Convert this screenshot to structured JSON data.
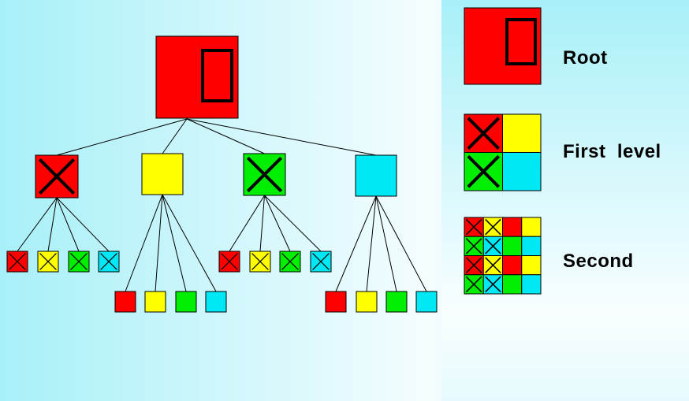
{
  "colors": {
    "red": "#ff0000",
    "yellow": "#ffff00",
    "green": "#00ee00",
    "cyan": "#00e8f6"
  },
  "legend": {
    "root_label": "Root",
    "first_label": "First  level",
    "second_label": "Second"
  }
}
